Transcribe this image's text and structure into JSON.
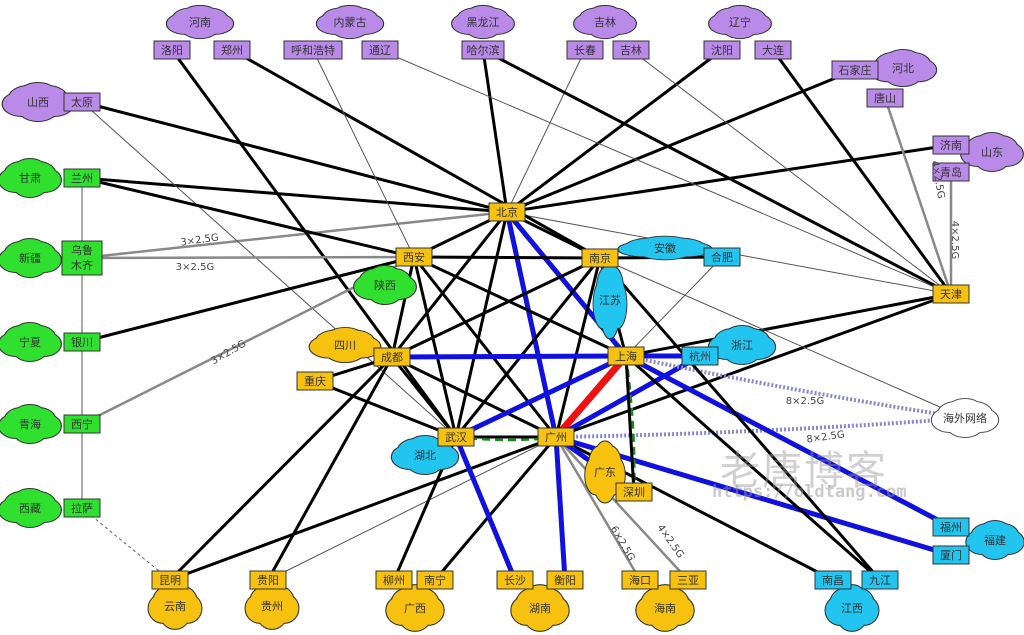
{
  "colors": {
    "north": "#b98ae8",
    "west": "#2fe02f",
    "core": "#f7c10f",
    "east": "#22c4f0",
    "overseas": "#ffffff",
    "blue_link": "#1010e0",
    "red_link": "#f01010",
    "green_link": "#1a8a1a"
  },
  "nodes": [
    {
      "id": "luoyang",
      "label": "洛阳",
      "group": "north"
    },
    {
      "id": "zhengzhou",
      "label": "郑州",
      "group": "north"
    },
    {
      "id": "huhehaote",
      "label": "呼和浩特",
      "group": "north"
    },
    {
      "id": "tongliao",
      "label": "通辽",
      "group": "north"
    },
    {
      "id": "haerbin",
      "label": "哈尔滨",
      "group": "north"
    },
    {
      "id": "changchun",
      "label": "长春",
      "group": "north"
    },
    {
      "id": "jilin",
      "label": "吉林",
      "group": "north"
    },
    {
      "id": "shenyang",
      "label": "沈阳",
      "group": "north"
    },
    {
      "id": "dalian",
      "label": "大连",
      "group": "north"
    },
    {
      "id": "shijiazhuang",
      "label": "石家庄",
      "group": "north"
    },
    {
      "id": "tangshan",
      "label": "唐山",
      "group": "north"
    },
    {
      "id": "jinan",
      "label": "济南",
      "group": "north"
    },
    {
      "id": "qingdao",
      "label": "青岛",
      "group": "north"
    },
    {
      "id": "taiyuan",
      "label": "太原",
      "group": "north"
    },
    {
      "id": "lanzhou",
      "label": "兰州",
      "group": "west"
    },
    {
      "id": "wulumuqi",
      "label": "乌鲁木齐",
      "group": "west"
    },
    {
      "id": "yinchuan",
      "label": "银川",
      "group": "west"
    },
    {
      "id": "xining",
      "label": "西宁",
      "group": "west"
    },
    {
      "id": "lasa",
      "label": "拉萨",
      "group": "west"
    },
    {
      "id": "beijing",
      "label": "北京",
      "group": "core"
    },
    {
      "id": "xian",
      "label": "西安",
      "group": "core"
    },
    {
      "id": "nanjing",
      "label": "南京",
      "group": "core"
    },
    {
      "id": "chengdu",
      "label": "成都",
      "group": "core"
    },
    {
      "id": "chongqing",
      "label": "重庆",
      "group": "core"
    },
    {
      "id": "shanghai",
      "label": "上海",
      "group": "core"
    },
    {
      "id": "wuhan",
      "label": "武汉",
      "group": "core"
    },
    {
      "id": "guangzhou",
      "label": "广州",
      "group": "core"
    },
    {
      "id": "shenzhen",
      "label": "深圳",
      "group": "core"
    },
    {
      "id": "tianjin",
      "label": "天津",
      "group": "core"
    },
    {
      "id": "hefei",
      "label": "合肥",
      "group": "east"
    },
    {
      "id": "hangzhou",
      "label": "杭州",
      "group": "east"
    },
    {
      "id": "fuzhou",
      "label": "福州",
      "group": "east"
    },
    {
      "id": "xiamen",
      "label": "厦门",
      "group": "east"
    },
    {
      "id": "nanchang",
      "label": "南昌",
      "group": "east"
    },
    {
      "id": "jiujiang",
      "label": "九江",
      "group": "east"
    },
    {
      "id": "kunming",
      "label": "昆明",
      "group": "core"
    },
    {
      "id": "guiyang",
      "label": "贵阳",
      "group": "core"
    },
    {
      "id": "liuzhou",
      "label": "柳州",
      "group": "core"
    },
    {
      "id": "nanning",
      "label": "南宁",
      "group": "core"
    },
    {
      "id": "changsha",
      "label": "长沙",
      "group": "core"
    },
    {
      "id": "hengyang",
      "label": "衡阳",
      "group": "core"
    },
    {
      "id": "haikou",
      "label": "海口",
      "group": "core"
    },
    {
      "id": "sanya",
      "label": "三亚",
      "group": "core"
    }
  ],
  "clouds": [
    {
      "id": "henan",
      "label": "河南",
      "group": "north"
    },
    {
      "id": "neimenggu",
      "label": "内蒙古",
      "group": "north"
    },
    {
      "id": "heilongjiang",
      "label": "黑龙江",
      "group": "north"
    },
    {
      "id": "jilin_p",
      "label": "吉林",
      "group": "north"
    },
    {
      "id": "liaoning",
      "label": "辽宁",
      "group": "north"
    },
    {
      "id": "hebei",
      "label": "河北",
      "group": "north"
    },
    {
      "id": "shandong",
      "label": "山东",
      "group": "north"
    },
    {
      "id": "shanxi",
      "label": "山西",
      "group": "north"
    },
    {
      "id": "gansu",
      "label": "甘肃",
      "group": "west"
    },
    {
      "id": "xinjiang",
      "label": "新疆",
      "group": "west"
    },
    {
      "id": "ningxia",
      "label": "宁夏",
      "group": "west"
    },
    {
      "id": "qinghai",
      "label": "青海",
      "group": "west"
    },
    {
      "id": "xizang",
      "label": "西藏",
      "group": "west"
    },
    {
      "id": "shaanxi",
      "label": "陕西",
      "group": "west"
    },
    {
      "id": "sichuan",
      "label": "四川",
      "group": "core"
    },
    {
      "id": "guangdong",
      "label": "广东",
      "group": "core"
    },
    {
      "id": "anhui",
      "label": "安徽",
      "group": "east"
    },
    {
      "id": "jiangsu",
      "label": "江苏",
      "group": "east"
    },
    {
      "id": "zhejiang",
      "label": "浙江",
      "group": "east"
    },
    {
      "id": "hubei",
      "label": "湖北",
      "group": "east"
    },
    {
      "id": "fujian",
      "label": "福建",
      "group": "east"
    },
    {
      "id": "jiangxi",
      "label": "江西",
      "group": "east"
    },
    {
      "id": "yunnan",
      "label": "云南",
      "group": "core"
    },
    {
      "id": "guizhou",
      "label": "贵州",
      "group": "core"
    },
    {
      "id": "guangxi",
      "label": "广西",
      "group": "core"
    },
    {
      "id": "hunan",
      "label": "湖南",
      "group": "core"
    },
    {
      "id": "hainan",
      "label": "海南",
      "group": "core"
    },
    {
      "id": "overseas",
      "label": "海外网络",
      "group": "overseas"
    }
  ],
  "edges": [
    [
      "beijing",
      "xian",
      "core"
    ],
    [
      "beijing",
      "nanjing",
      "core"
    ],
    [
      "beijing",
      "chengdu",
      "core"
    ],
    [
      "beijing",
      "wuhan",
      "core"
    ],
    [
      "beijing",
      "shanghai",
      "blue"
    ],
    [
      "beijing",
      "guangzhou",
      "blue"
    ],
    [
      "xian",
      "nanjing",
      "core"
    ],
    [
      "xian",
      "chengdu",
      "core"
    ],
    [
      "xian",
      "shanghai",
      "core"
    ],
    [
      "xian",
      "wuhan",
      "core"
    ],
    [
      "xian",
      "guangzhou",
      "core"
    ],
    [
      "nanjing",
      "chengdu",
      "core"
    ],
    [
      "nanjing",
      "shanghai",
      "core"
    ],
    [
      "nanjing",
      "wuhan",
      "core"
    ],
    [
      "nanjing",
      "guangzhou",
      "core"
    ],
    [
      "chengdu",
      "shanghai",
      "blue"
    ],
    [
      "chengdu",
      "wuhan",
      "core"
    ],
    [
      "chengdu",
      "guangzhou",
      "core"
    ],
    [
      "shanghai",
      "wuhan",
      "blue"
    ],
    [
      "shanghai",
      "guangzhou",
      "red"
    ],
    [
      "wuhan",
      "guangzhou",
      "core"
    ],
    [
      "wuhan",
      "guangzhou",
      "green"
    ],
    [
      "beijing",
      "taiyuan",
      "core"
    ],
    [
      "beijing",
      "lanzhou",
      "core"
    ],
    [
      "beijing",
      "haerbin",
      "core"
    ],
    [
      "beijing",
      "changchun",
      "thin"
    ],
    [
      "beijing",
      "shenyang",
      "core"
    ],
    [
      "beijing",
      "shijiazhuang",
      "core"
    ],
    [
      "beijing",
      "jinan",
      "core"
    ],
    [
      "beijing",
      "tianjin",
      "thin"
    ],
    [
      "beijing",
      "wulumuqi",
      "gray"
    ],
    [
      "zhengzhou",
      "nanjing",
      "core"
    ],
    [
      "luoyang",
      "wuhan",
      "core"
    ],
    [
      "huhehaote",
      "xian",
      "thin"
    ],
    [
      "tongliao",
      "tianjin",
      "thin"
    ],
    [
      "jilin",
      "tianjin",
      "thin"
    ],
    [
      "haerbin",
      "tianjin",
      "core"
    ],
    [
      "dalian",
      "tianjin",
      "core"
    ],
    [
      "tangshan",
      "tianjin",
      "gray"
    ],
    [
      "qingdao",
      "tianjin",
      "gray"
    ],
    [
      "taiyuan",
      "wuhan",
      "thin"
    ],
    [
      "xian",
      "lanzhou",
      "core"
    ],
    [
      "xian",
      "wulumuqi",
      "gray"
    ],
    [
      "xian",
      "yinchuan",
      "core"
    ],
    [
      "xian",
      "xining",
      "gray"
    ],
    [
      "lanzhou",
      "lasa",
      "thin"
    ],
    [
      "chengdu",
      "chongqing",
      "core"
    ],
    [
      "chongqing",
      "wuhan",
      "core"
    ],
    [
      "chengdu",
      "kunming",
      "core"
    ],
    [
      "chengdu",
      "guiyang",
      "core"
    ],
    [
      "guangzhou",
      "kunming",
      "core"
    ],
    [
      "guangzhou",
      "guiyang",
      "thin"
    ],
    [
      "wuhan",
      "liuzhou",
      "core"
    ],
    [
      "guangzhou",
      "nanning",
      "core"
    ],
    [
      "wuhan",
      "changsha",
      "blue"
    ],
    [
      "guangzhou",
      "hengyang",
      "blue"
    ],
    [
      "guangzhou",
      "haikou",
      "gray"
    ],
    [
      "guangzhou",
      "sanya",
      "gray"
    ],
    [
      "guangzhou",
      "nanchang",
      "core"
    ],
    [
      "guangzhou",
      "shenzhen",
      "blue"
    ],
    [
      "guangzhou",
      "xiamen",
      "blue"
    ],
    [
      "guangzhou",
      "tianjin",
      "core"
    ],
    [
      "guangzhou",
      "hangzhou",
      "blue"
    ],
    [
      "guangzhou",
      "overseas",
      "dash"
    ],
    [
      "shanghai",
      "hangzhou",
      "blue"
    ],
    [
      "shanghai",
      "hefei",
      "thin"
    ],
    [
      "nanjing",
      "hefei",
      "core"
    ],
    [
      "shanghai",
      "fuzhou",
      "blue"
    ],
    [
      "shanghai",
      "jiujiang",
      "core"
    ],
    [
      "shanghai",
      "overseas",
      "dash"
    ],
    [
      "shanghai",
      "shenzhen",
      "green"
    ],
    [
      "shanghai",
      "shenzhen",
      "core"
    ],
    [
      "shanghai",
      "tianjin",
      "core"
    ],
    [
      "nanjing",
      "overseas",
      "thin"
    ],
    [
      "nanjing",
      "jiujiang",
      "core"
    ],
    [
      "lasa",
      "kunming",
      "dashthin"
    ]
  ],
  "link_labels": [
    "3×2.5G",
    "3×2.5G",
    "3×2.5G",
    "4×2.5G",
    "4×2.5G",
    "8×2.5G",
    "8×2.5G",
    "6×2.5G",
    "4×2.5G"
  ],
  "watermark": {
    "title": "老唐博客",
    "url": "https://oldtang.com"
  }
}
